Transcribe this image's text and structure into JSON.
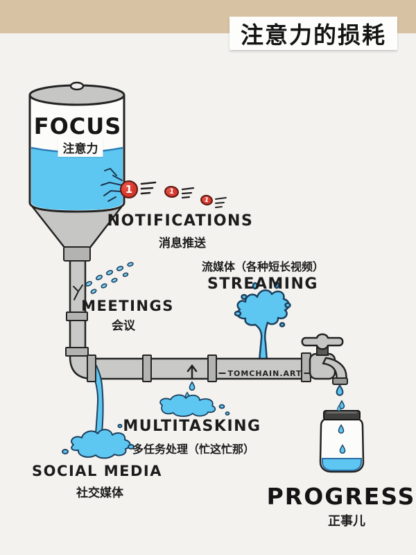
{
  "header": {
    "title": "注意力的损耗"
  },
  "tank": {
    "label_en": "FOCUS",
    "label_zh": "注意力"
  },
  "notifications": {
    "label_en": "NOTIFICATIONS",
    "label_zh": "消息推送",
    "badge_count": "1"
  },
  "meetings": {
    "label_en": "MEETINGS",
    "label_zh": "会议"
  },
  "streaming": {
    "label_zh": "流媒体（各种短长视频）",
    "label_en": "STREAMING"
  },
  "multitasking": {
    "label_en": "MULTITASKING",
    "label_zh": "多任务处理（忙这忙那）"
  },
  "social_media": {
    "label_en": "SOCIAL MEDIA",
    "label_zh": "社交媒体"
  },
  "progress": {
    "label_en": "PROGRESS",
    "label_zh": "正事儿"
  },
  "watermark": "TOMCHAIN.ART",
  "colors": {
    "background": "#f3f2ef",
    "banner_tan": "#d8c2a4",
    "water_blue": "#5ec7f1",
    "water_outline": "#1d405e",
    "pipe_gray": "#c9c9c7",
    "badge_red": "#d6392c",
    "ink": "#1f1f1f"
  }
}
